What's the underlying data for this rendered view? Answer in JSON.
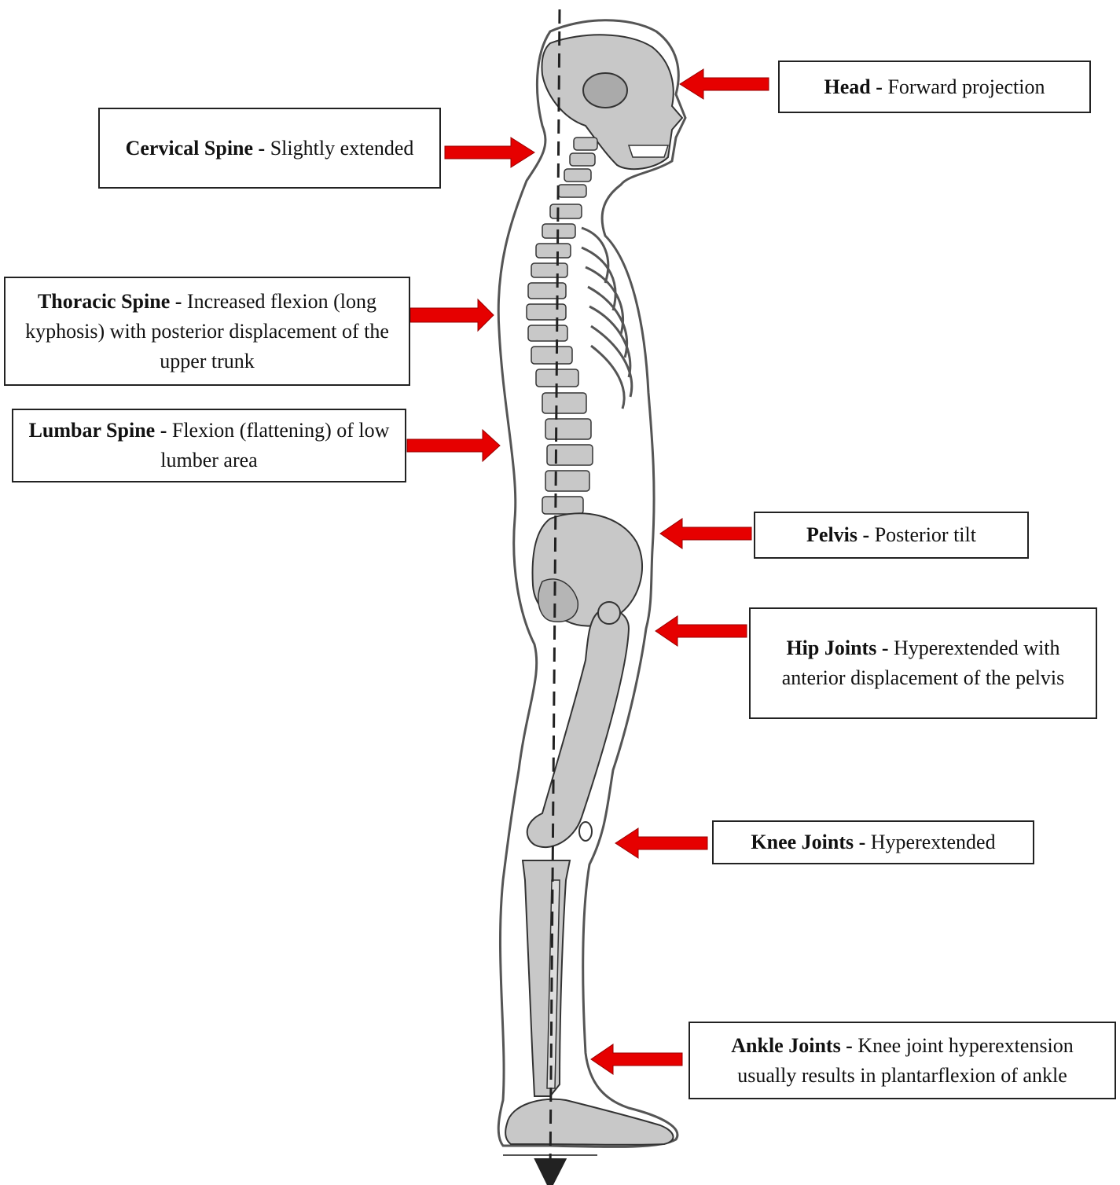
{
  "labels": {
    "head": {
      "title": "Head -",
      "text": "Forward projection"
    },
    "cervical": {
      "title": "Cervical Spine -",
      "text": "Slightly extended"
    },
    "thoracic": {
      "title": "Thoracic Spine -",
      "text": "Increased flexion (long kyphosis) with posterior displacement of the upper trunk"
    },
    "lumbar": {
      "title": "Lumbar Spine -",
      "text": "Flexion (flattening) of low lumber area"
    },
    "pelvis": {
      "title": "Pelvis -",
      "text": "Posterior tilt"
    },
    "hip": {
      "title": "Hip Joints -",
      "text": "Hyperextended with anterior displacement of the pelvis"
    },
    "knee": {
      "title": "Knee Joints -",
      "text": "Hyperextended"
    },
    "ankle": {
      "title": "Ankle Joints -",
      "text": "Knee joint hyperextension usually results in plantarflexion of ankle"
    }
  },
  "colors": {
    "arrow": "#e60000",
    "bone": "#c8c8c8",
    "outline": "#333333",
    "plumb_line": "#222222"
  }
}
